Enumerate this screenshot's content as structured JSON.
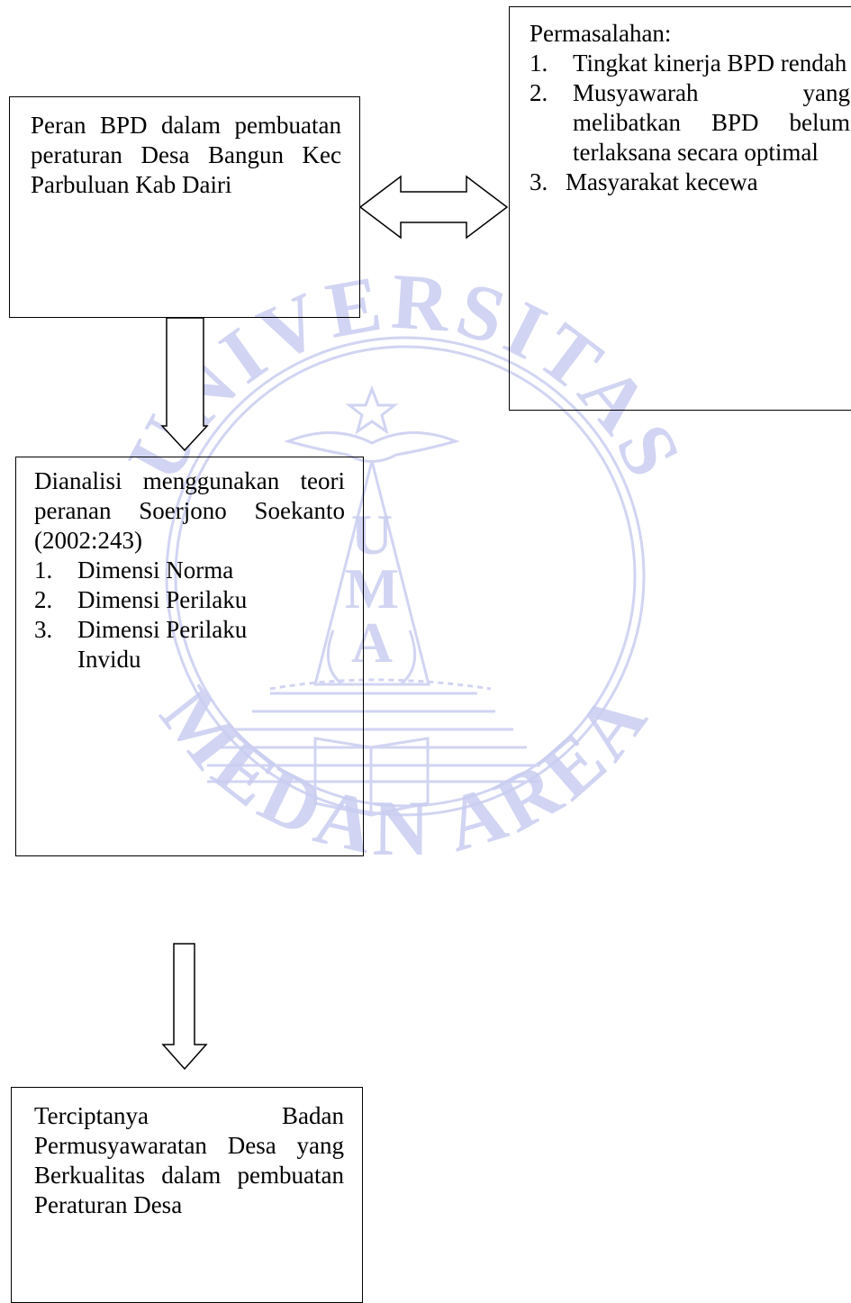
{
  "diagram": {
    "box_role": {
      "text": "Peran BPD dalam pembuatan peraturan Desa Bangun Kec Parbuluan Kab Dairi"
    },
    "box_problems": {
      "heading": "Permasalahan:",
      "items": [
        {
          "num": "1.",
          "text": "Tingkat kinerja BPD rendah"
        },
        {
          "num": "2.",
          "text": "Musyawarah yang melibatkan BPD belum terlaksana secara optimal"
        },
        {
          "num": "3.",
          "text": "Masyarakat kecewa"
        }
      ]
    },
    "box_analysis": {
      "intro": "Dianalisi menggunakan teori peranan Soerjono Soekanto (2002:243)",
      "items": [
        {
          "num": "1.",
          "text": "Dimensi Norma"
        },
        {
          "num": "2.",
          "text": "Dimensi Perilaku"
        },
        {
          "num": "3.",
          "text": "Dimensi Perilaku Invidu"
        }
      ]
    },
    "box_result": {
      "text": "Terciptanya Badan Permusyawaratan Desa yang Berkualitas dalam pembuatan Peraturan Desa"
    }
  },
  "watermark": {
    "top_text": "UNIVERSITAS",
    "bottom_text": "MEDAN AREA",
    "letters": [
      "U",
      "M",
      "A"
    ],
    "color": "#c9cdf0"
  }
}
